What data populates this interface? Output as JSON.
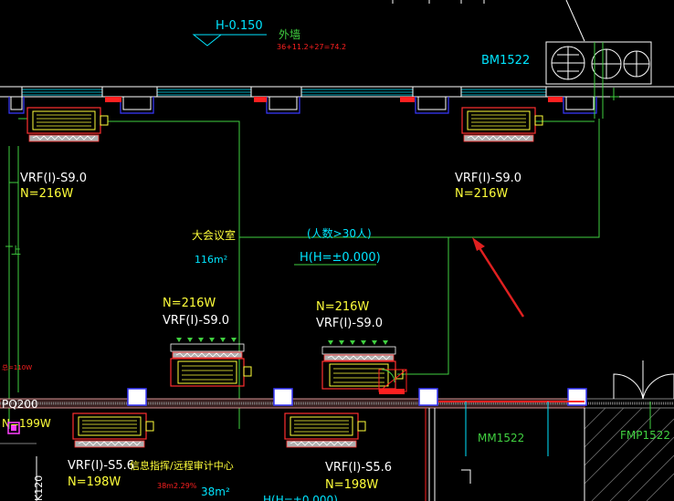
{
  "level_top": "H-0.150",
  "exterior_wall": "外墙",
  "exterior_calc": "36+11.2+27=74.2",
  "window_top": "BM1522",
  "unit_top_left": {
    "model": "VRF(I)-S9.0",
    "power": "N=216W"
  },
  "unit_top_right": {
    "model": "VRF(I)-S9.0",
    "power": "N=216W"
  },
  "unit_mid_left": {
    "model": "VRF(I)-S9.0",
    "power": "N=216W"
  },
  "unit_mid_right": {
    "model": "VRF(I)-S9.0",
    "power": "N=216W"
  },
  "room_name": "大会议室",
  "room_area": "116m²",
  "occupancy": "(人数>30人)",
  "room_level": "H(H=±0.000)",
  "unit_bottom_left": {
    "model": "VRF(I)-S5.6",
    "power": "N=198W"
  },
  "unit_bottom_right": {
    "model": "VRF(I)-S5.6",
    "power": "N=198W"
  },
  "room2_name": "信息指挥/远程审计中心",
  "room2_calc": "38m2.29%",
  "room2_area": "38m²",
  "room2_level": "H(H=±0.000)",
  "door_left": "MM1522",
  "door_right": "FMP1522",
  "left_code": "PQ200",
  "left_power": "N=199W",
  "left_red": "总=110W",
  "left_up": "上",
  "left_bottom_code": "K120",
  "colors": {
    "cyan": "#00e5ff",
    "yellow": "#ffff3a",
    "green": "#40d040",
    "red": "#ff2020",
    "white": "#ffffff",
    "blue": "#3838ff",
    "magenta": "#ff40ff"
  }
}
